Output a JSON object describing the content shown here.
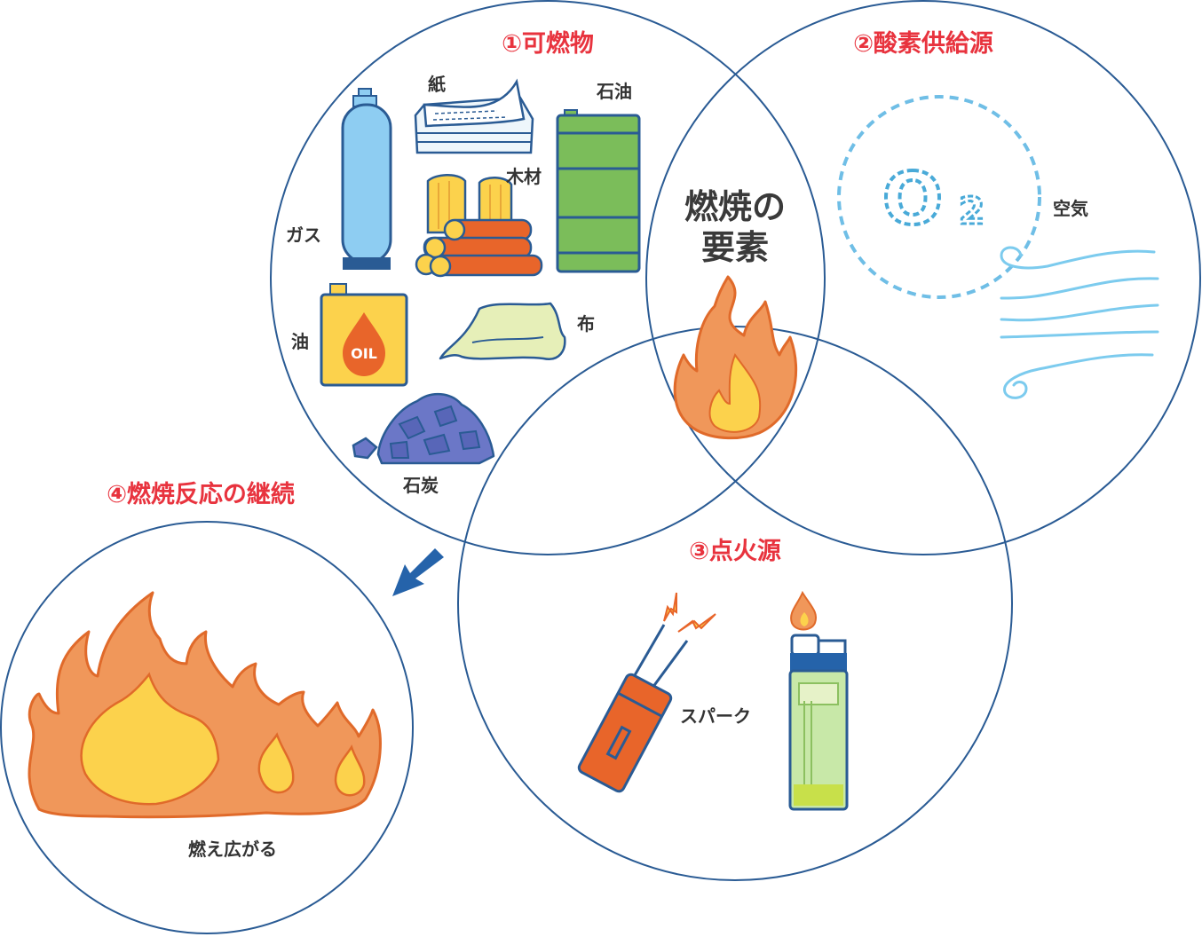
{
  "diagram": {
    "center_line1": "燃焼の",
    "center_line2": "要素",
    "titles": {
      "combustible": "①可燃物",
      "oxygen": "②酸素供給源",
      "ignition": "③点火源",
      "continuation": "④燃焼反応の継続"
    },
    "combustible_items": {
      "paper": "紙",
      "kerosene": "石油",
      "wood": "木材",
      "gas": "ガス",
      "oil": "油",
      "cloth": "布",
      "coal": "石炭",
      "oil_can_text": "OIL"
    },
    "oxygen_items": {
      "o2_letter": "O",
      "o2_subscript": "2",
      "air": "空気"
    },
    "ignition_items": {
      "spark": "スパーク"
    },
    "continuation_items": {
      "spread": "燃え広がる"
    },
    "colors": {
      "circle_stroke": "#2a5b94",
      "title_red": "#e8333e",
      "flame_orange": "#f0975a",
      "flame_yellow": "#fcd24c",
      "arrow_blue": "#2563aa",
      "oxygen_blue": "#49aad8"
    }
  }
}
